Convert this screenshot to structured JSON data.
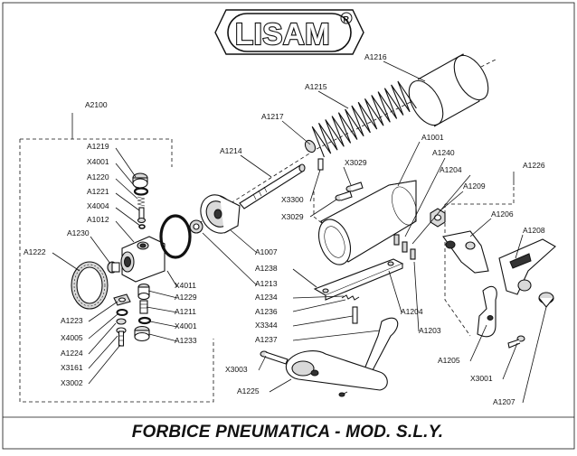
{
  "brand": {
    "logo_text": "LISAM",
    "registered_mark": "R"
  },
  "title": "FORBICE PNEUMATICA - MOD. S.L.Y.",
  "part_labels": {
    "a1216": "A1216",
    "a1215": "A1215",
    "a1217": "A1217",
    "a1214": "A1214",
    "a1001": "A1001",
    "a1240": "A1240",
    "x3029a": "X3029",
    "a1204a": "A1204",
    "a1226": "A1226",
    "a1209": "A1209",
    "x3300": "X3300",
    "x3029b": "X3029",
    "a1206": "A1206",
    "a1208": "A1208",
    "a2100": "A2100",
    "a1219": "A1219",
    "x4001a": "X4001",
    "a1220": "A1220",
    "a1221": "A1221",
    "x4004": "X4004",
    "a1012": "A1012",
    "a1230": "A1230",
    "a1222": "A1222",
    "a1007": "A1007",
    "a1238": "A1238",
    "x4011": "X4011",
    "a1229": "A1229",
    "a1213": "A1213",
    "a1234": "A1234",
    "a1211": "A1211",
    "a1236": "A1236",
    "a1204b": "A1204",
    "a1223": "A1223",
    "x4005": "X4005",
    "x4001b": "X4001",
    "x3344": "X3344",
    "a1224": "A1224",
    "a1233": "A1233",
    "a1237": "A1237",
    "a1203": "A1203",
    "x3161": "X3161",
    "x3002": "X3002",
    "a1205": "A1205",
    "x3003": "X3003",
    "x3001": "X3001",
    "a1225": "A1225",
    "a1207": "A1207"
  }
}
